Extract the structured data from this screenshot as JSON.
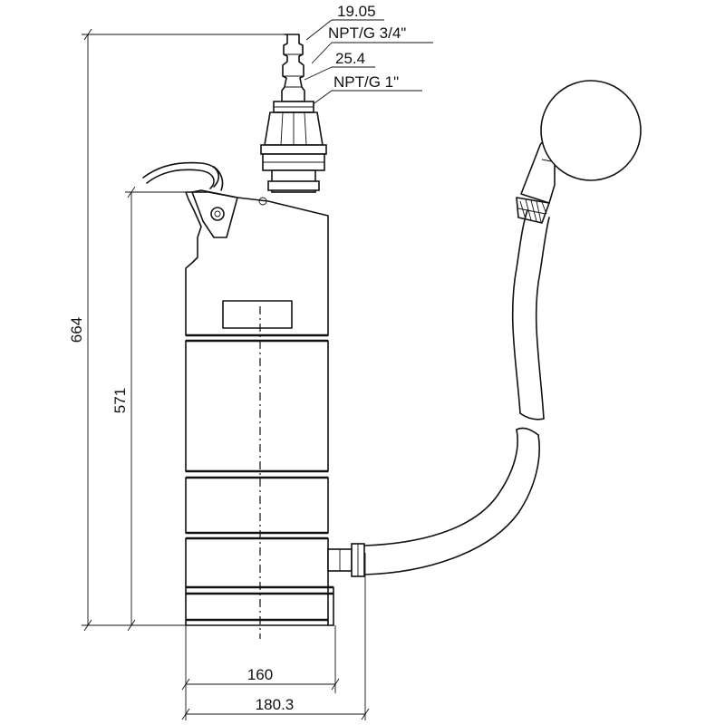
{
  "diagram": {
    "dimensions": {
      "overall_height": "664",
      "body_height": "571",
      "body_diameter": "160",
      "overall_width": "180.3"
    },
    "connections": {
      "hose_size_small": "19.05",
      "thread_small": "NPT/G 3/4\"",
      "hose_size_large": "25.4",
      "thread_large": "NPT/G 1\""
    }
  }
}
